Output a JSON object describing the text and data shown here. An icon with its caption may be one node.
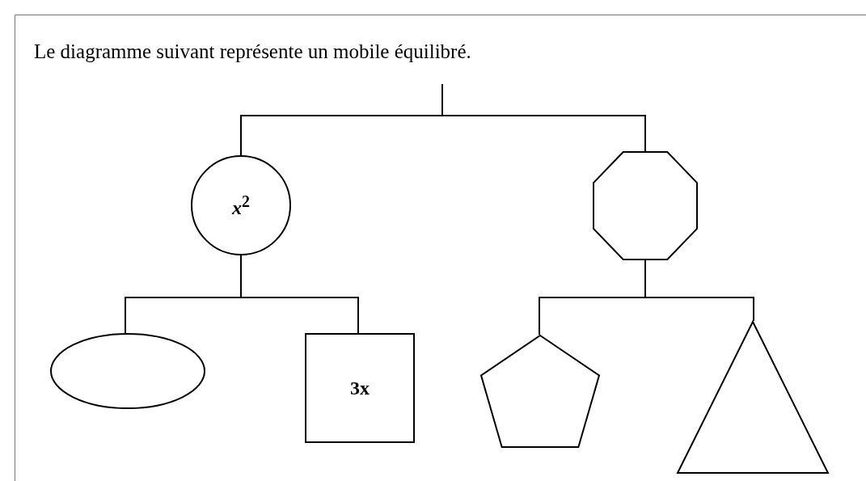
{
  "diagram": {
    "title": "Le diagramme suivant représente un mobile équilibré.",
    "nodes": [
      {
        "text": [
          "*x*$^{2}$"
        ]
      },
      {
        "text": [],
        "shape": "octagon"
      },
      {
        "text": [],
        "shape": "ellipse"
      },
      {
        "text": [
          "3x"
        ]
      },
      {
        "text": [],
        "shape": "pentagon"
      },
      {
        "text": [],
        "shape": "triangle"
      }
    ],
    "edges": [
      {
        "from": null,
        "to": 0,
        "arrow": "none"
      },
      {
        "from": null,
        "to": 1,
        "arrow": "none"
      },
      {
        "from": 0,
        "to": 2,
        "arrow": "none"
      },
      {
        "from": 0,
        "to": 3,
        "arrow": "none"
      },
      {
        "from": 1,
        "to": 4,
        "arrow": "none"
      },
      {
        "from": 1,
        "to": 5,
        "arrow": "none"
      }
    ]
  }
}
